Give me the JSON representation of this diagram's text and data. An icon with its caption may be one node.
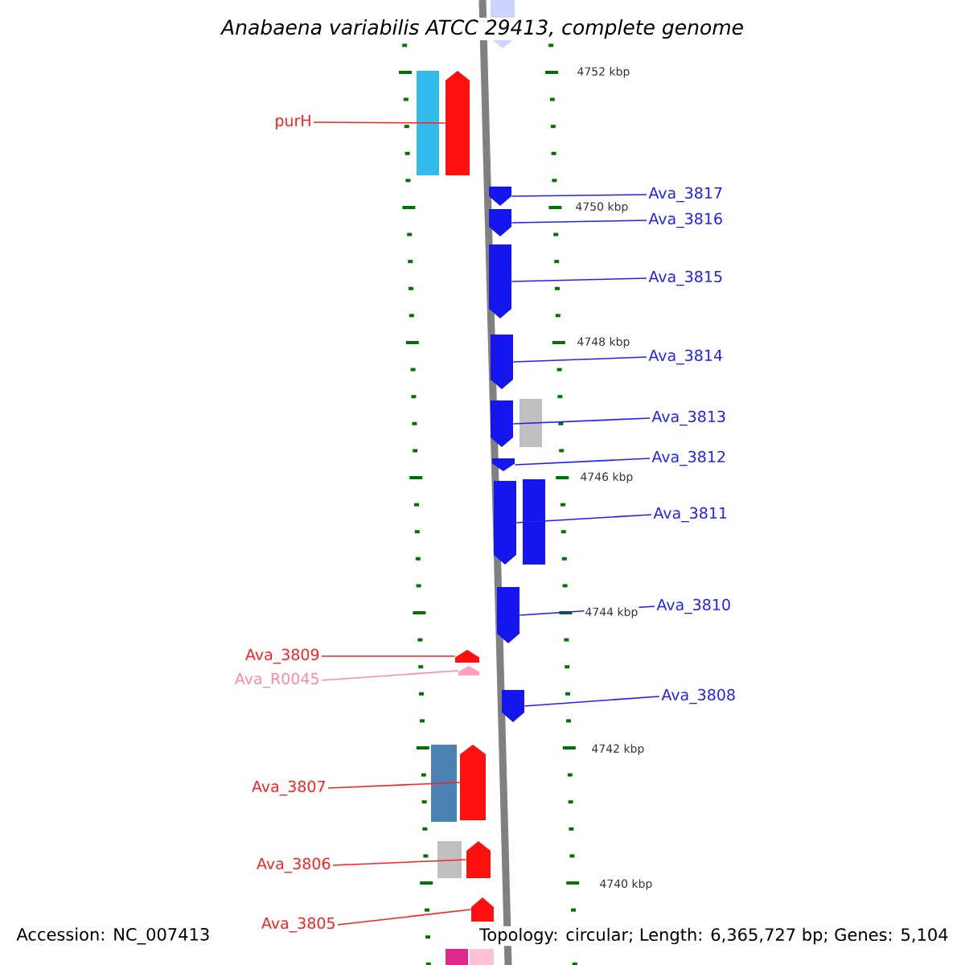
{
  "diagram": {
    "title": "Anabaena variabilis ATCC 29413, complete genome",
    "nodes": [
      {
        "text": [
          "purH"
        ]
      },
      {
        "text": [
          "Ava_3817"
        ]
      },
      {
        "text": [
          "Ava_3816"
        ]
      },
      {
        "text": [
          "Ava_3815"
        ]
      },
      {
        "text": [
          "Ava_3814"
        ]
      },
      {
        "text": [
          "Ava_3813"
        ]
      },
      {
        "text": [
          "Ava_3812"
        ]
      },
      {
        "text": [
          "Ava_3811"
        ]
      },
      {
        "text": [
          "Ava_3810"
        ]
      },
      {
        "text": [
          "Ava_3809"
        ]
      },
      {
        "text": [
          "Ava_R0045"
        ]
      },
      {
        "text": [
          "Ava_3808"
        ]
      },
      {
        "text": [
          "Ava_3807"
        ]
      },
      {
        "text": [
          "Ava_3806"
        ]
      },
      {
        "text": [
          "Ava_3805"
        ]
      },
      {
        "text": [],
        "shape": "pentagon"
      },
      {
        "text": [],
        "shape": "pentagon"
      },
      {
        "text": [],
        "shape": "pentagon"
      },
      {
        "text": [],
        "shape": "pentagon"
      },
      {
        "text": [],
        "shape": "pentagon"
      },
      {
        "text": [],
        "shape": "pentagon"
      },
      {
        "text": [],
        "shape": "pentagon"
      },
      {
        "text": [],
        "shape": "pentagon"
      },
      {
        "text": [],
        "shape": "pentagon"
      },
      {
        "text": [],
        "shape": "pentagon"
      },
      {
        "text": [],
        "shape": "pentagon"
      },
      {
        "text": [],
        "shape": "pentagon"
      },
      {
        "text": [],
        "shape": "pentagon"
      },
      {
        "text": [],
        "shape": "pentagon"
      },
      {
        "text": [],
        "shape": "pentagon"
      },
      {
        "text": [],
        "shape": "pentagon"
      },
      {
        "text": [],
        "shape": "box"
      },
      {
        "text": [],
        "shape": "box"
      },
      {
        "text": [],
        "shape": "box"
      },
      {
        "text": [],
        "shape": "box"
      },
      {
        "text": [],
        "shape": "box"
      },
      {
        "text": [],
        "shape": "box"
      },
      {
        "text": [],
        "shape": "box"
      }
    ],
    "edges": [
      {
        "from": 0,
        "to": 15,
        "arrow": "none",
        "color": "#ff2020"
      },
      {
        "from": 1,
        "to": 16,
        "arrow": "none"
      },
      {
        "from": 2,
        "to": 17,
        "arrow": "none"
      },
      {
        "from": 3,
        "to": 18,
        "arrow": "none"
      },
      {
        "from": 4,
        "to": 19,
        "arrow": "none"
      },
      {
        "from": 5,
        "to": 20,
        "arrow": "none"
      },
      {
        "from": 6,
        "to": 21,
        "arrow": "none"
      },
      {
        "from": 7,
        "to": 22,
        "arrow": "none"
      },
      {
        "from": 8,
        "to": 23,
        "arrow": "none"
      },
      {
        "from": 9,
        "to": 24,
        "arrow": "none",
        "color": "#ff2020"
      },
      {
        "from": 10,
        "to": 25,
        "arrow": "none",
        "color": "#ff88aa"
      },
      {
        "from": 11,
        "to": 26,
        "arrow": "none"
      },
      {
        "from": 12,
        "to": 27,
        "arrow": "none",
        "color": "#ff2020"
      },
      {
        "from": 13,
        "to": 28,
        "arrow": "none",
        "color": "#ff2020"
      },
      {
        "from": 14,
        "to": 29,
        "arrow": "none",
        "color": "#ff2020"
      }
    ],
    "labels": [
      "4752 kbp",
      "4750 kbp",
      "4748 kbp",
      "4746 kbp",
      "4744 kbp",
      "4742 kbp",
      "4740 kbp",
      "Accession: NC_007413",
      "Topology: circular; Length: 6,365,727 bp; Genes: 5,104"
    ]
  }
}
